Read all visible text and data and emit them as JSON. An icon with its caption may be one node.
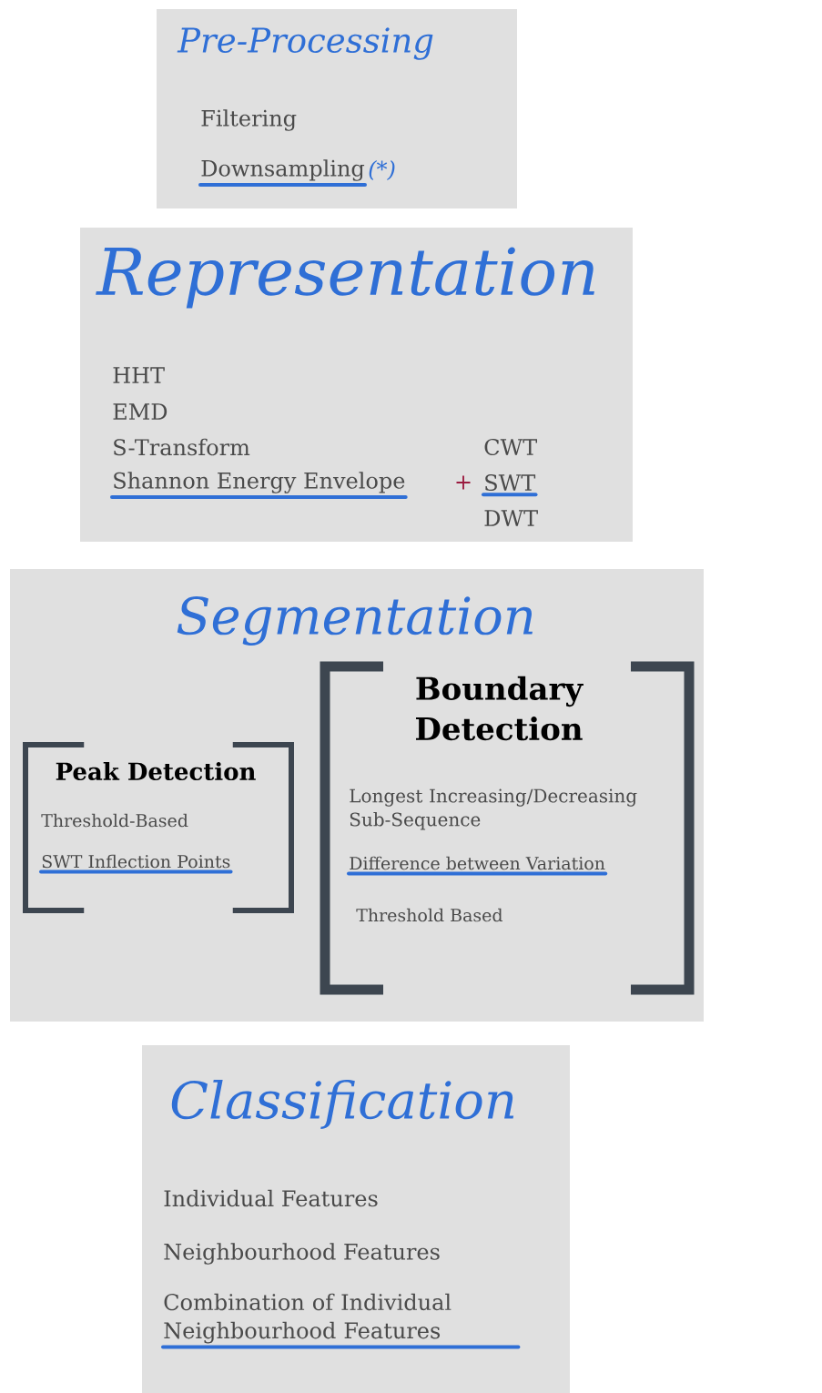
{
  "diagram": {
    "nodes": [
      {
        "text": [
          "Pre-Processing",
          "Filtering",
          "Downsampling",
          "(*)"
        ]
      },
      {
        "text": [
          "Representation",
          "HHT",
          "EMD",
          "S-Transform",
          "Shannon Energy Envelope",
          "+",
          "CWT",
          "SWT",
          "DWT"
        ]
      },
      {
        "text": [
          "Segmentation"
        ]
      },
      {
        "text": [
          "Peak Detection",
          "Threshold-Based",
          "SWT Inflection Points"
        ],
        "in": 2
      },
      {
        "text": [
          "Boundary Detection",
          "Longest Increasing/Decreasing Sub-Sequence",
          "Difference between Variation",
          "Threshold Based"
        ],
        "in": 2
      },
      {
        "text": [
          "Classification",
          "Individual Features",
          "Neighbourhood Features",
          "Combination of Individual Neighbourhood Features"
        ]
      }
    ]
  }
}
